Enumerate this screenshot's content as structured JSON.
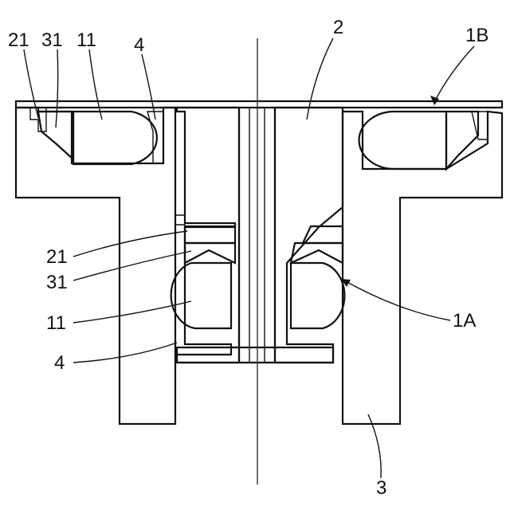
{
  "figure": {
    "labels": {
      "top_21": "21",
      "top_31": "31",
      "top_11": "11",
      "top_4": "4",
      "top_2": "2",
      "top_1B": "1B",
      "left_21": "21",
      "left_31": "31",
      "left_11": "11",
      "left_4": "4",
      "right_1A": "1A",
      "bottom_3": "3"
    }
  }
}
